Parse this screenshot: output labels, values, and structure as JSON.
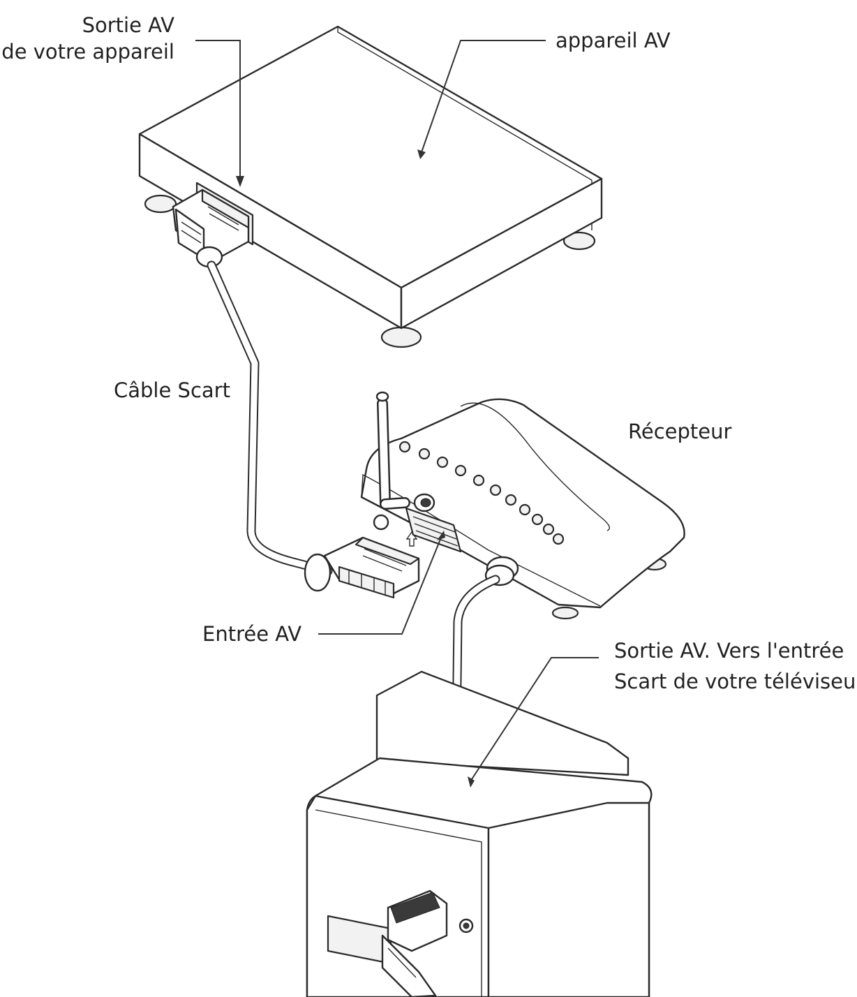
{
  "labels": {
    "source_output": [
      "Sortie AV",
      "de votre appareil"
    ],
    "av_device": "appareil AV",
    "scart_cable": "Câble Scart",
    "receiver": "Récepteur",
    "av_input": "Entrée AV",
    "receiver_output": [
      "Sortie AV. Vers l'entrée",
      "Scart de votre téléviseur"
    ]
  },
  "colors": {
    "line": "#2a2a2a",
    "background": "#ffffff",
    "text": "#222222"
  }
}
